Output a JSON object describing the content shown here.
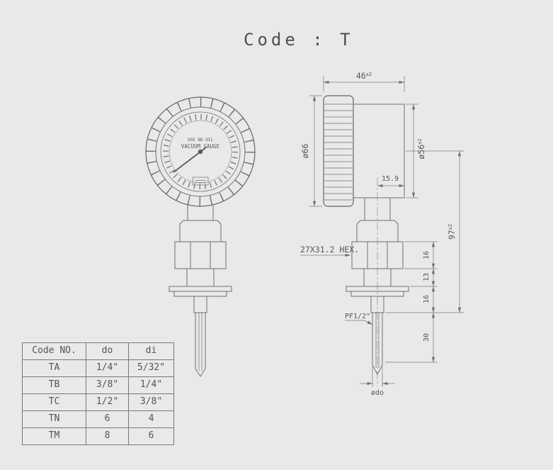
{
  "title": "Code : T",
  "gauge": {
    "dial_line1": "USE NO OIL",
    "dial_line2": "VACUUM GAUGE"
  },
  "dims": {
    "top_width": "46",
    "top_width_tol": "±2",
    "front_dia": "ø66",
    "rear_dia": "ø56",
    "rear_dia_tol": "±2",
    "neck_offset": "15.9",
    "overall": "97",
    "overall_tol": "±2",
    "hex_note": "27X31.2 HEX.",
    "seg_hex": "16",
    "seg_neck": "13",
    "seg_flange": "16",
    "seg_stem": "30",
    "thread_note": "PF1/2\"",
    "stem_dia": "ødo"
  },
  "table": {
    "headers": [
      "Code NO.",
      "do",
      "di"
    ],
    "rows": [
      [
        "TA",
        "1/4\"",
        "5/32\""
      ],
      [
        "TB",
        "3/8\"",
        "1/4\""
      ],
      [
        "TC",
        "1/2\"",
        "3/8\""
      ],
      [
        "TN",
        "6",
        "4"
      ],
      [
        "TM",
        "8",
        "6"
      ]
    ]
  },
  "colors": {
    "background": "#e9e9e9",
    "line": "#6f6f6f",
    "text": "#585858"
  }
}
